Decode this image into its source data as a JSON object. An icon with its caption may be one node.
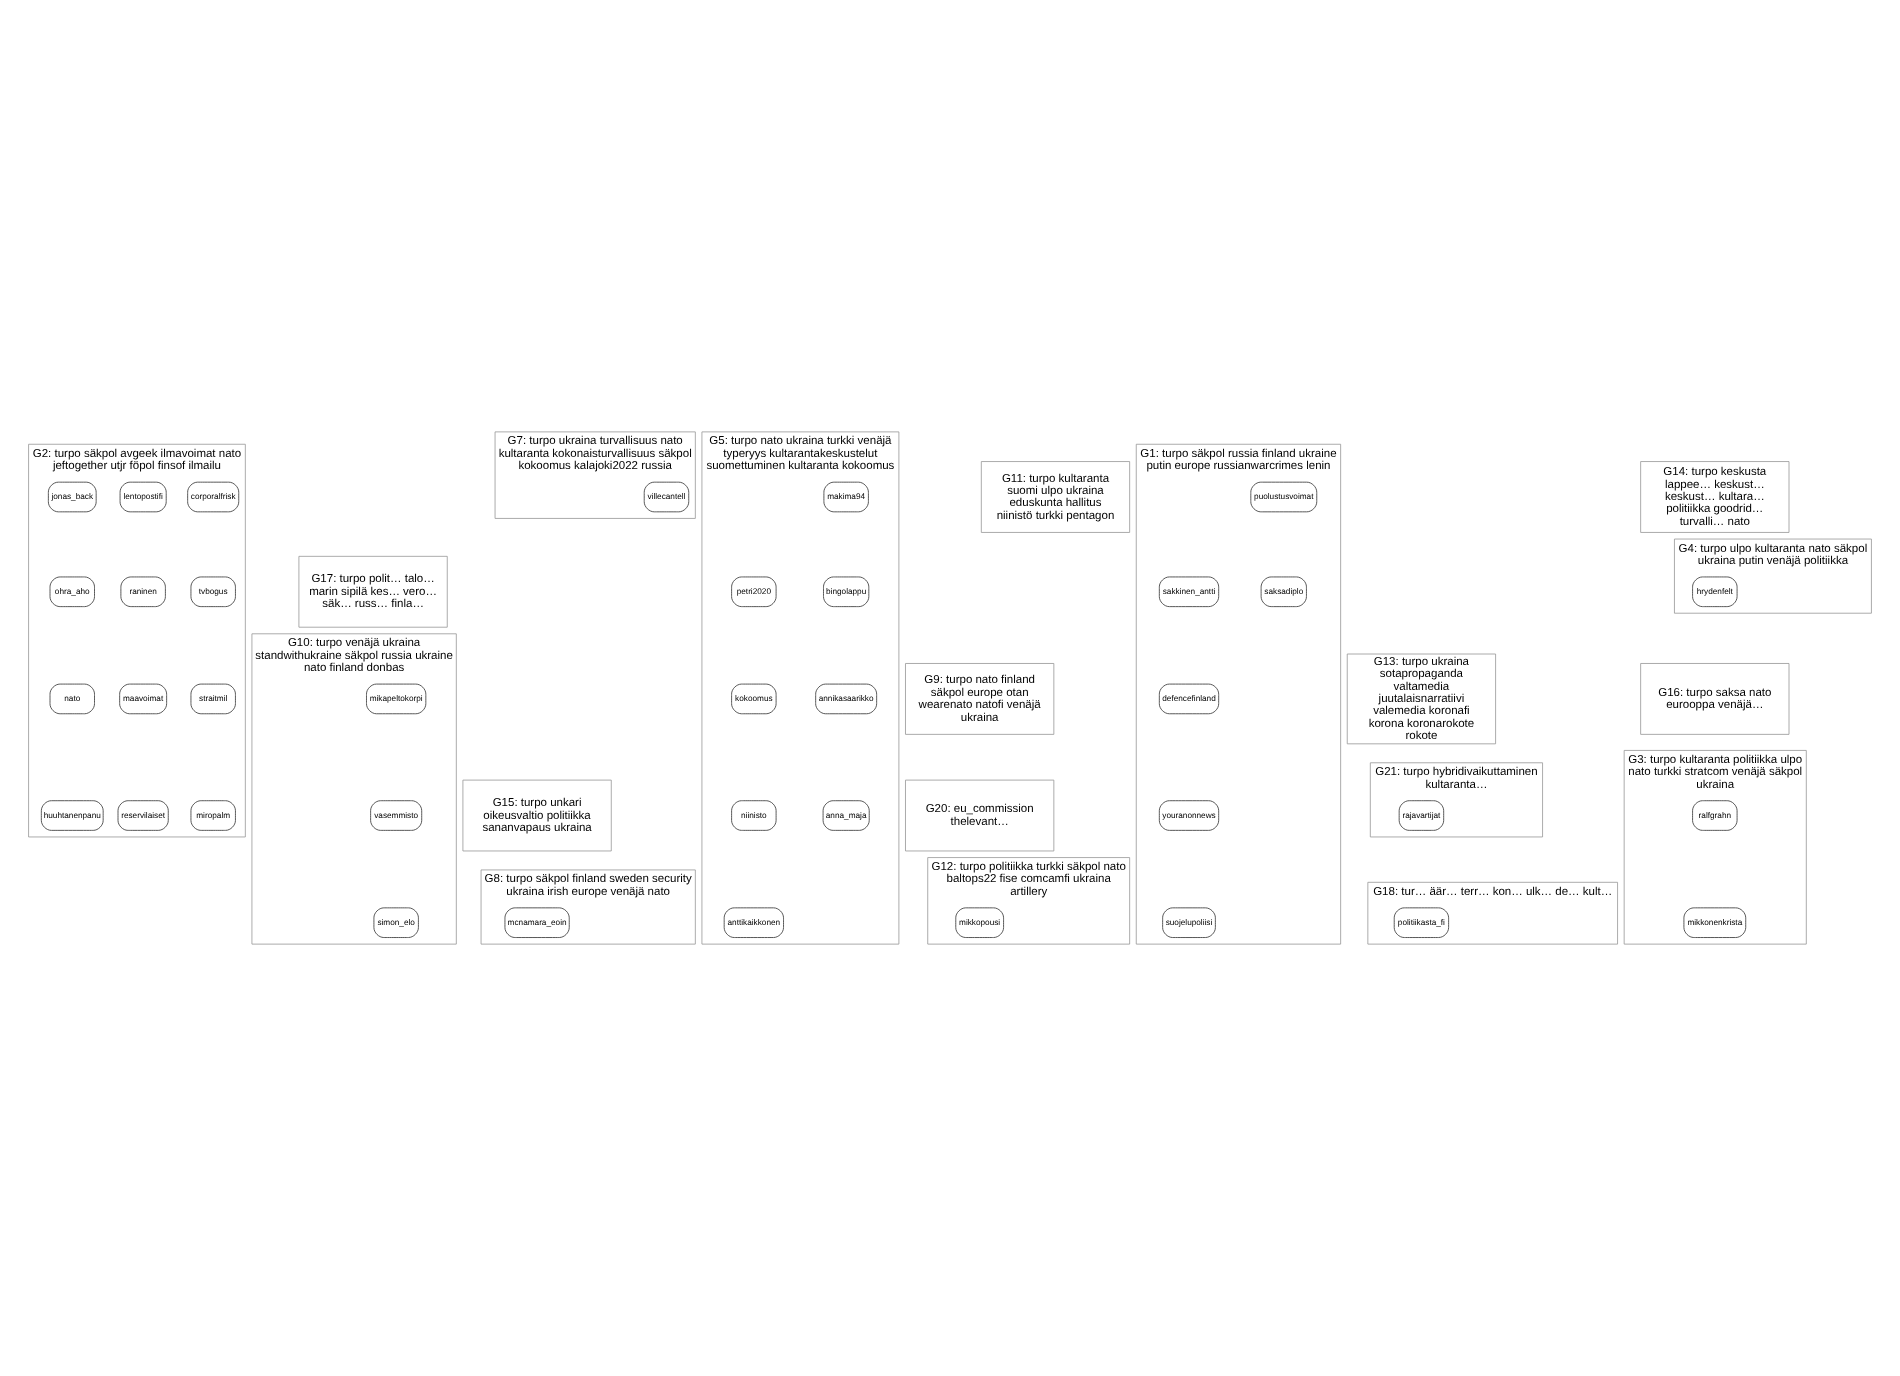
{
  "diagram": {
    "nodes": [
      {
        "text": [
          "G2: turpo säkpol avgeek ilmavoimat nato jeftogether utjr föpol finsof ilmailu"
        ]
      },
      {
        "text": [
          "G7: turpo ukraina turvallisuus nato kultaranta kokonaisturvallisuus säkpol kokoomus kalajoki2022 russia"
        ]
      },
      {
        "text": [
          "G11: turpo kultaranta suomi ulpo ukraina eduskunta hallitus niinistö turkki pentagon"
        ]
      },
      {
        "text": [
          "G14: turpo keskusta lappee… keskust… keskust… kultara… politiikka goodrid… turvalli… nato"
        ]
      },
      {
        "text": [
          "G17: turpo polit… talo… marin sipilä kes… vero… säk… russ… finla…"
        ]
      },
      {
        "text": [
          "G5: turpo nato ukraina turkki venäjä typeryys kultarantakeskustelut suomettuminen kultaranta kokoomus"
        ]
      },
      {
        "text": [
          "G1: turpo säkpol russia finland ukraine putin europe russianwarcrimes lenin"
        ]
      },
      {
        "text": [
          "G4: turpo ulpo kultaranta nato säkpol ukraina putin venäjä politiikka"
        ]
      },
      {
        "text": [
          "G10: turpo venäjä ukraina standwithukraine säkpol russia ukraine nato finland donbas"
        ]
      },
      {
        "text": [
          "G9: turpo nato finland säkpol europe otan wearenato natofi venäjä ukraina"
        ]
      },
      {
        "text": [
          "G13: turpo ukraina sotapropaganda valtamedia juutalaisnarratiivi valemedia koronafi korona koronarokote rokote"
        ]
      },
      {
        "text": [
          "G16: turpo saksa nato eurooppa venäjä…"
        ]
      },
      {
        "text": [
          "G15: turpo unkari oikeusvaltio politiikka sananvapaus ukraina"
        ]
      },
      {
        "text": [
          "G20: eu_commission thelevant…"
        ]
      },
      {
        "text": [
          "G21: turpo hybridivaikuttaminen kultaranta…"
        ]
      },
      {
        "text": [
          "G3: turpo kultaranta politiikka ulpo nato turkki stratcom venäjä säkpol ukraina"
        ]
      },
      {
        "text": [
          "G8: turpo säkpol finland sweden security ukraina irish europe venäjä nato"
        ]
      },
      {
        "text": [
          "G12: turpo politiikka turkki säkpol nato baltops22 fise comcamfi ukraina artillery"
        ]
      },
      {
        "text": [
          "G18: tur… äär… terr… kon… ulk… de… kult…"
        ]
      },
      {
        "text": [
          "corporalfrisk"
        ],
        "in": 0
      },
      {
        "text": [
          "tvbogus"
        ],
        "in": 0
      },
      {
        "text": [
          "straitmil"
        ],
        "in": 0
      },
      {
        "text": [
          "miropalm"
        ],
        "in": 0
      },
      {
        "text": [
          "lentopostifi"
        ],
        "in": 0
      },
      {
        "text": [
          "raninen"
        ],
        "in": 0
      },
      {
        "text": [
          "maavoimat"
        ],
        "in": 0
      },
      {
        "text": [
          "reservilaiset"
        ],
        "in": 0
      },
      {
        "text": [
          "jonas_back"
        ],
        "in": 0
      },
      {
        "text": [
          "ohra_aho"
        ],
        "in": 0
      },
      {
        "text": [
          "nato"
        ],
        "in": 0
      },
      {
        "text": [
          "huuhtanenpanu"
        ],
        "in": 0
      },
      {
        "text": [
          "villecantell"
        ],
        "in": 1
      },
      {
        "text": [
          "petri2020"
        ],
        "in": 5
      },
      {
        "text": [
          "kokoomus"
        ],
        "in": 5
      },
      {
        "text": [
          "niinisto"
        ],
        "in": 5
      },
      {
        "text": [
          "anttikaikkonen"
        ],
        "in": 5
      },
      {
        "text": [
          "makima94"
        ],
        "in": 5
      },
      {
        "text": [
          "bingolappu"
        ],
        "in": 5
      },
      {
        "text": [
          "annikasaarikko"
        ],
        "in": 5
      },
      {
        "text": [
          "anna_maja"
        ],
        "in": 5
      },
      {
        "text": [
          "sakkinen_antti"
        ],
        "in": 6
      },
      {
        "text": [
          "defencefinland"
        ],
        "in": 6
      },
      {
        "text": [
          "youranonnews"
        ],
        "in": 6
      },
      {
        "text": [
          "suojelupoliisi"
        ],
        "in": 6
      },
      {
        "text": [
          "puolustusvoimat"
        ],
        "in": 6
      },
      {
        "text": [
          "saksadiplo"
        ],
        "in": 6
      },
      {
        "text": [
          "hrydenfelt"
        ],
        "in": 7
      },
      {
        "text": [
          "mikapeltokorpi"
        ],
        "in": 8
      },
      {
        "text": [
          "vasemmisto"
        ],
        "in": 8
      },
      {
        "text": [
          "simon_elo"
        ],
        "in": 8
      },
      {
        "text": [
          "rajavartijat"
        ],
        "in": 14
      },
      {
        "text": [
          "ralfgrahn"
        ],
        "in": 15
      },
      {
        "text": [
          "mikkonenkrista"
        ],
        "in": 15
      },
      {
        "text": [
          "mcnamara_eoin"
        ],
        "in": 16
      },
      {
        "text": [
          "mikkopousi"
        ],
        "in": 17
      },
      {
        "text": [
          "politiikasta_fi"
        ],
        "in": 18
      }
    ]
  }
}
